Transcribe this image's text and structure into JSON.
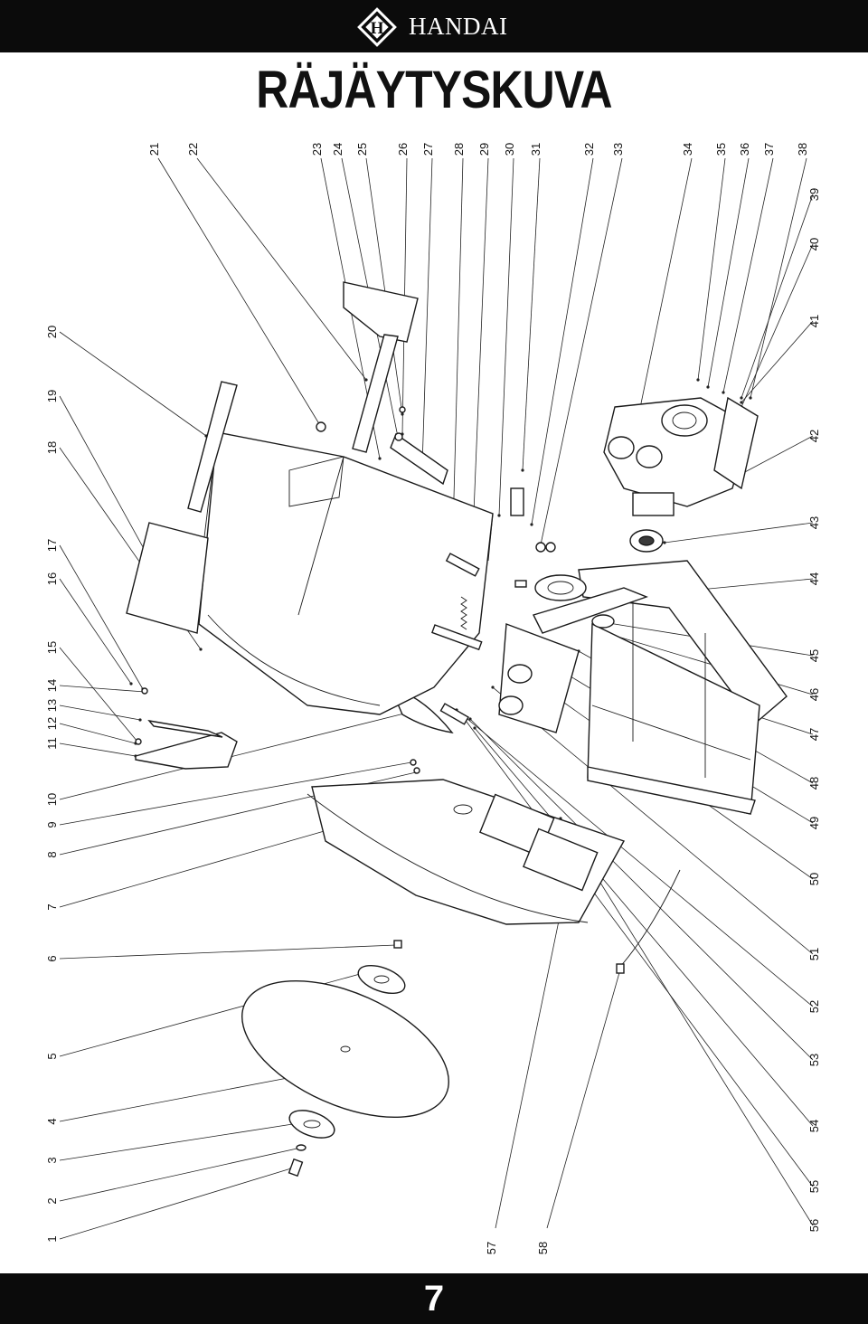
{
  "header": {
    "brand": "HANDAI",
    "logo_letter": "H",
    "background_color": "#0b0b0b"
  },
  "title": "RÄJÄYTYSKUVA",
  "footer": {
    "page_number": "7",
    "background_color": "#0b0b0b"
  },
  "callouts": {
    "left": [
      "1",
      "2",
      "3",
      "4",
      "5",
      "6",
      "7",
      "8",
      "9",
      "10",
      "11",
      "12",
      "13",
      "14",
      "15",
      "16",
      "17",
      "18",
      "19",
      "20"
    ],
    "top": [
      "21",
      "22",
      "23",
      "24",
      "25",
      "26",
      "27",
      "28",
      "29",
      "30",
      "31",
      "32",
      "33",
      "34",
      "35",
      "36",
      "37",
      "38"
    ],
    "right": [
      "39",
      "40",
      "41",
      "42",
      "43",
      "44",
      "45",
      "46",
      "47",
      "48",
      "49",
      "50",
      "51",
      "52",
      "53",
      "54",
      "55",
      "56"
    ],
    "bottom": [
      "57",
      "58"
    ]
  }
}
